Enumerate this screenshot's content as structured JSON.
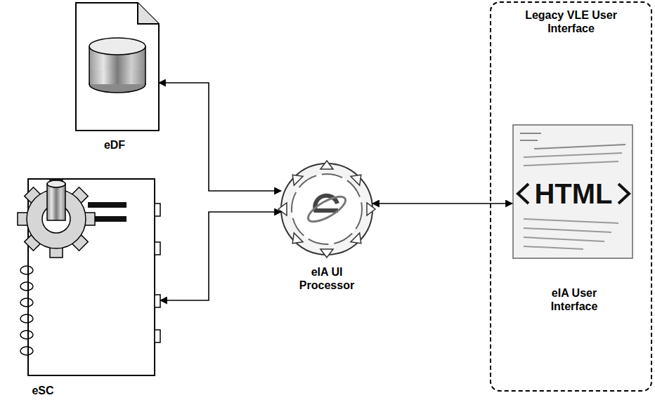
{
  "diagram": {
    "nodes": [
      {
        "text": [
          "eDF"
        ]
      },
      {
        "text": [
          "eSC"
        ]
      },
      {
        "text": [
          "eIA UI Processor"
        ]
      },
      {
        "text": [
          "Legacy VLE User Interface"
        ]
      },
      {
        "text": [
          "eIA User Interface"
        ],
        "in": 3
      }
    ],
    "edges": [
      {
        "from": 0,
        "to": 2,
        "arrow": "both"
      },
      {
        "from": 1,
        "to": 2,
        "arrow": "both"
      },
      {
        "from": 2,
        "to": 4,
        "arrow": "both"
      }
    ],
    "labels": [
      "HTML"
    ]
  }
}
